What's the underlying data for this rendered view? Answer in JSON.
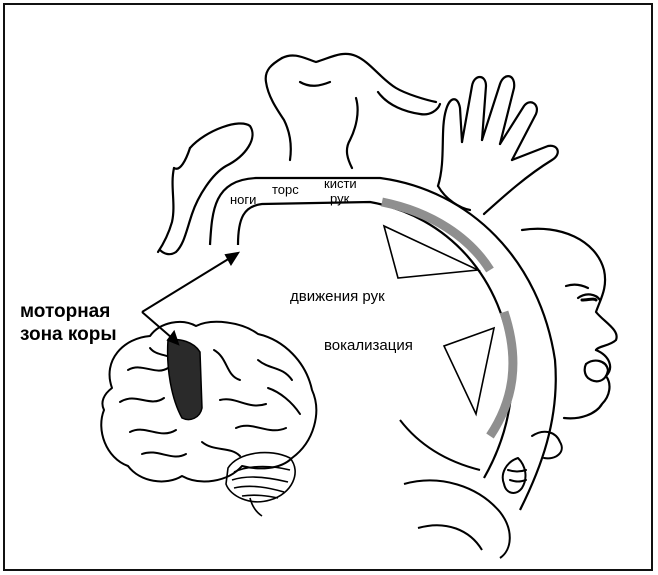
{
  "labels": {
    "motor_zone_line1": "моторная",
    "motor_zone_line2": "зона  коры",
    "legs": "ноги",
    "torso": "торс",
    "hands_line1": "кисти",
    "hands_line2": "рук",
    "hand_movements": "движения рук",
    "vocalization": "вокализация"
  },
  "colors": {
    "outline": "#000000",
    "motor_area_fill": "#2a2a2a",
    "cortex_band": "#8f8f8f"
  }
}
